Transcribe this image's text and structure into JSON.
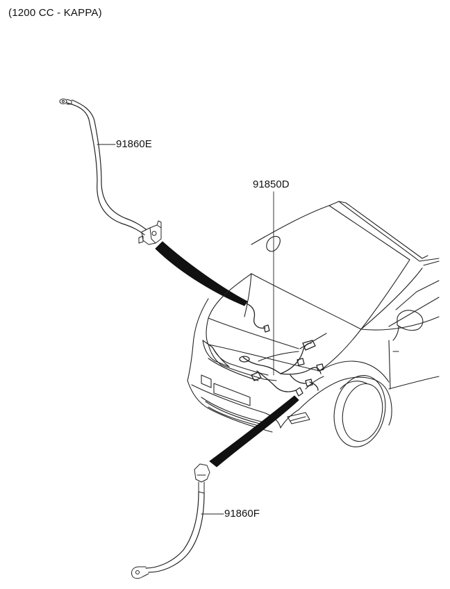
{
  "header": {
    "variant": "(1200 CC - KAPPA)"
  },
  "callouts": {
    "cable_top": "91860E",
    "harness": "91850D",
    "cable_bottom": "91860F"
  }
}
